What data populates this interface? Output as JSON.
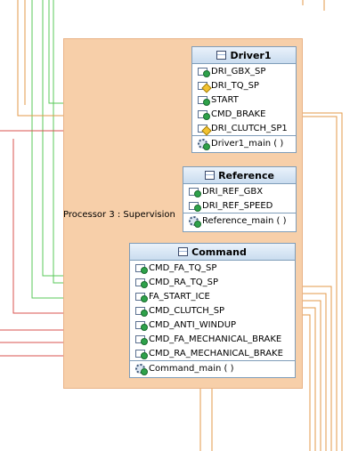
{
  "processor": {
    "label": "Processor 3 : Supervision"
  },
  "blocks": {
    "driver1": {
      "title": "Driver1",
      "ports": [
        {
          "label": "DRI_GBX_SP",
          "kind": "provided"
        },
        {
          "label": "DRI_TQ_SP",
          "kind": "required"
        },
        {
          "label": "START",
          "kind": "provided"
        },
        {
          "label": "CMD_BRAKE",
          "kind": "provided"
        },
        {
          "label": "DRI_CLUTCH_SP1",
          "kind": "required"
        }
      ],
      "runnable": "Driver1_main ( )"
    },
    "reference": {
      "title": "Reference",
      "ports": [
        {
          "label": "DRI_REF_GBX",
          "kind": "provided"
        },
        {
          "label": "DRI_REF_SPEED",
          "kind": "provided"
        }
      ],
      "runnable": "Reference_main ( )"
    },
    "command": {
      "title": "Command",
      "ports": [
        {
          "label": "CMD_FA_TQ_SP",
          "kind": "provided"
        },
        {
          "label": "CMD_RA_TQ_SP",
          "kind": "provided"
        },
        {
          "label": "FA_START_ICE",
          "kind": "provided"
        },
        {
          "label": "CMD_CLUTCH_SP",
          "kind": "provided"
        },
        {
          "label": "CMD_ANTI_WINDUP",
          "kind": "provided"
        },
        {
          "label": "CMD_FA_MECHANICAL_BRAKE",
          "kind": "provided"
        },
        {
          "label": "CMD_RA_MECHANICAL_BRAKE",
          "kind": "provided"
        }
      ],
      "runnable": "Command_main ( )"
    }
  },
  "colors": {
    "processor_fill": "#f7cfa9",
    "green_wire": "#58c85a",
    "red_wire": "#d9534f",
    "orange_wire": "#e39a4a"
  }
}
